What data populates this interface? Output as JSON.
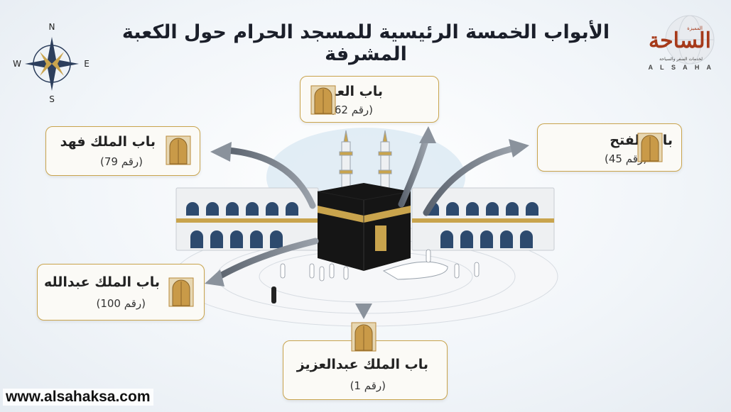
{
  "title": "الأبواب الخمسة الرئيسية للمسجد الحرام حول الكعبة المشرفة",
  "compass": {
    "north": "N",
    "south": "S",
    "east": "E",
    "west": "W"
  },
  "logo": {
    "arabic": "الساحة",
    "english": "A L S A H A",
    "top_label": "المميزة",
    "sub_label": "لخدمات السفر والسياحة"
  },
  "gates": [
    {
      "id": "umrah",
      "name": "باب العمرة",
      "number": "(رقم 62)"
    },
    {
      "id": "fath",
      "name": "باب الفتح",
      "number": "(رقم 45)"
    },
    {
      "id": "fahd",
      "name": "باب الملك فهد",
      "number": "(رقم 79)"
    },
    {
      "id": "abdullah",
      "name": "باب الملك عبدالله",
      "number": "(رقم 100)"
    },
    {
      "id": "abdulaziz",
      "name": "باب الملك عبدالعزيز",
      "number": "(رقم 1)"
    }
  ],
  "website": "www.alsahaksa.com",
  "colors": {
    "gold": "#c9a44d",
    "door": "#b8893a",
    "arrow": "#6f7782",
    "kaaba": "#151515",
    "arch": "#2d4a6e"
  }
}
